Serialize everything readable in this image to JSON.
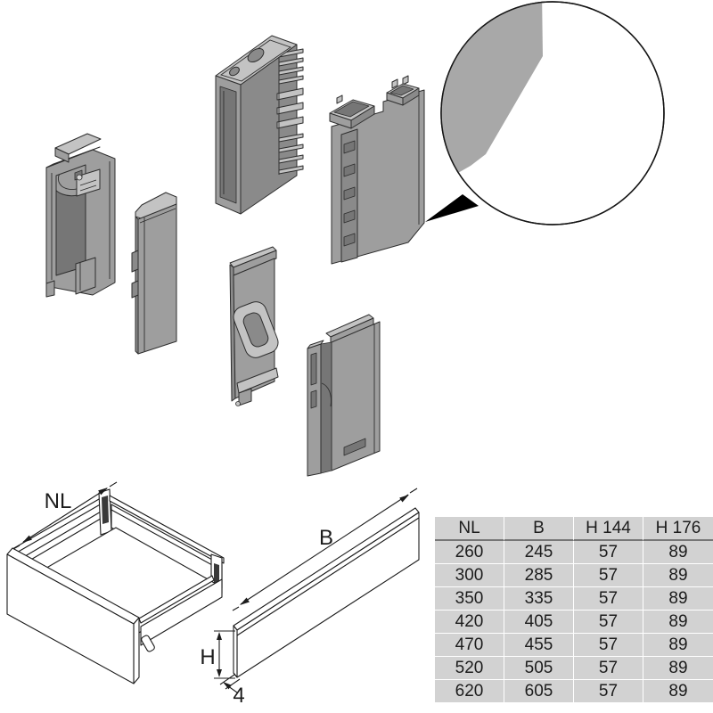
{
  "colors": {
    "outline": "#2e2e2e",
    "line": "#1c1c1c",
    "part_fill": "#9e9e9e",
    "part_fill_light": "#c3c3c3",
    "part_fill_dark": "#8a8a8a",
    "part_fill_cavity": "#767676",
    "detail_gray": "#a8a8a8",
    "table_bg": "#d2d2d2",
    "table_header_line": "#767676",
    "table_text": "#1c1c1c"
  },
  "diagram": {
    "labels": {
      "nominal_length": "NL",
      "width": "B",
      "height": "H",
      "thickness": "4"
    }
  },
  "table": {
    "headers": [
      "NL",
      "B",
      "H 144",
      "H 176"
    ],
    "rows": [
      [
        "260",
        "245",
        "57",
        "89"
      ],
      [
        "300",
        "285",
        "57",
        "89"
      ],
      [
        "350",
        "335",
        "57",
        "89"
      ],
      [
        "420",
        "405",
        "57",
        "89"
      ],
      [
        "470",
        "455",
        "57",
        "89"
      ],
      [
        "520",
        "505",
        "57",
        "89"
      ],
      [
        "620",
        "605",
        "57",
        "89"
      ]
    ]
  }
}
